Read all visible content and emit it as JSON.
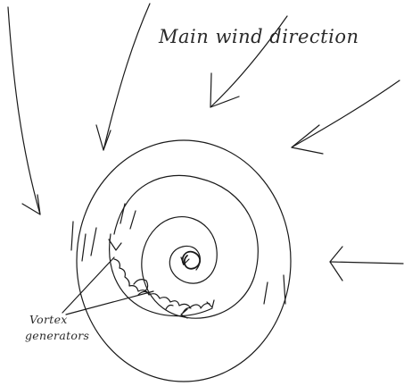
{
  "labels": {
    "main_wind": "Main wind direction",
    "vortex_line1": "Vortex",
    "vortex_line2": "generators"
  }
}
